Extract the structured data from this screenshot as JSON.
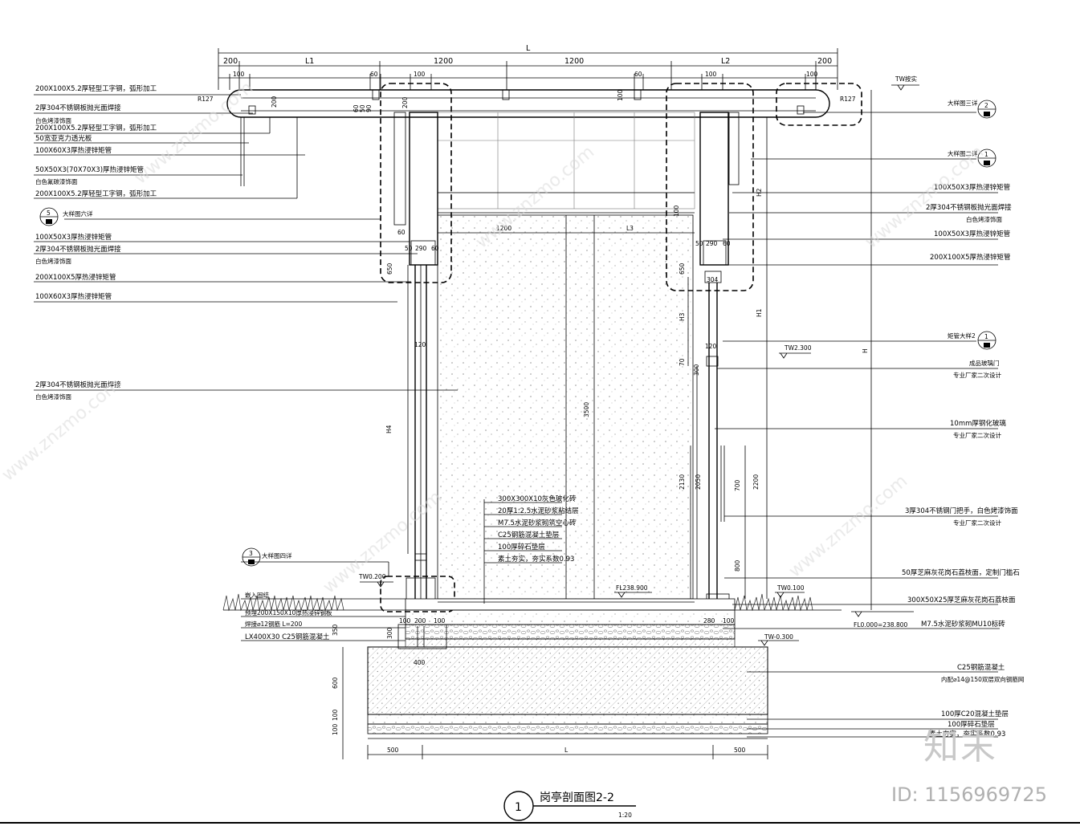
{
  "title": "岗亭剖面图2-2",
  "scale": "1:20",
  "section_mark": "1",
  "watermark": {
    "site": "www.znzmo.com",
    "brand": "知末",
    "id": "ID: 1156969725"
  },
  "top_dims": {
    "overall": "L",
    "segments": [
      "200",
      "L1",
      "1200",
      "1200",
      "L2",
      "200"
    ],
    "sub": [
      "100",
      "60",
      "100",
      "60",
      "100",
      "100"
    ]
  },
  "left_callouts": [
    "200X100X5.2厚轻型工字钢，弧形加工",
    "2厚304不锈钢板抛光面焊接",
    "白色烤漆饰面",
    "200X100X5.2厚轻型工字钢，弧形加工",
    "50宽亚克力透光板",
    "100X60X3厚热浸锌矩管",
    "50X50X3(70X70X3)厚热浸锌矩管",
    "白色氟碳漆饰面",
    "200X100X5.2厚轻型工字钢，弧形加工",
    "大样图六详",
    "100X50X3厚热浸锌矩管",
    "2厚304不锈钢板抛光面焊接",
    "白色烤漆饰面",
    "200X100X5厚热浸锌矩管",
    "100X60X3厚热浸锌矩管",
    "2厚304不锈钢板抛光面焊接",
    "白色烤漆饰面"
  ],
  "right_callouts": [
    "TW按实",
    "大样图三详",
    "大样图二详",
    "100X50X3厚热浸锌矩管",
    "2厚304不锈钢板抛光面焊接",
    "白色烤漆饰面",
    "100X50X3厚热浸锌矩管",
    "200X100X5厚热浸锌矩管",
    "矩管大样2",
    "成品玻璃门",
    "专业厂家二次设计",
    "10mm厚钢化玻璃",
    "专业厂家二次设计",
    "3厚304不锈钢门把手，白色烤漆饰面",
    "专业厂家二次设计",
    "50厚芝麻灰花岗石荔枝面，定制门槛石",
    "300X50X25厚芝麻灰花岗石荔枝面",
    "M7.5水泥砂浆砌MU10标砖",
    "C25钢筋混凝土",
    "内配⌀14@150双层双向钢筋网",
    "100厚C20混凝土垫层",
    "100厚碎石垫层",
    "素土夯实，夯实系数0.93"
  ],
  "floor_layers": [
    "300X300X10灰色玻化砖",
    "20厚1:2.5水泥砂浆粘结层",
    "M7.5水泥砂浆砌筑空心砖",
    "C25钢筋混凝土垫层",
    "100厚碎石垫层",
    "素土夯实，夯实系数0.93"
  ],
  "lower_left_labels": [
    "大样图四详",
    "TW0.200",
    "嵌入固结",
    "预埋200X150X10厚热浸锌钢板",
    "焊接⌀12钢筋 L=200",
    "LX400X30 C25钢筋混凝土"
  ],
  "levels": [
    "TW2.300",
    "FL238.900",
    "TW0.100",
    "FL0.000=238.800",
    "TW-0.300",
    "R127",
    "R127"
  ],
  "dims": [
    "1200",
    "L3",
    "3500",
    "H4",
    "H3",
    "H1",
    "H2",
    "H",
    "2130",
    "2050",
    "700",
    "2200",
    "800",
    "120",
    "120",
    "100",
    "200",
    "60",
    "50",
    "290",
    "60",
    "650",
    "100",
    "304",
    "70",
    "300",
    "350",
    "300",
    "400",
    "100",
    "200",
    "100",
    "280",
    "100",
    "600",
    "100",
    "100",
    "500",
    "L",
    "500",
    "60",
    "50",
    "90",
    "200"
  ],
  "detail_marks": [
    "5",
    "2",
    "1",
    "1",
    "3"
  ]
}
